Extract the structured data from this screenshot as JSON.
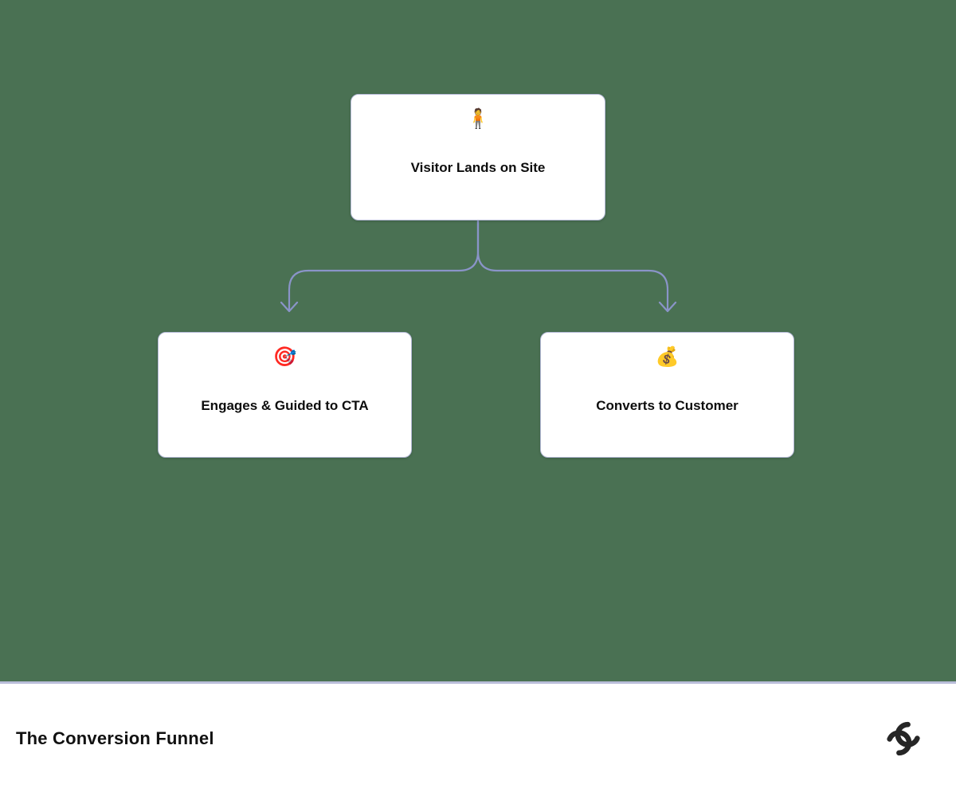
{
  "canvas": {
    "background_color": "#4a7153",
    "connector_color": "#8a94c8",
    "card_border_color": "#b4b9d6",
    "card_background": "#ffffff",
    "separator_color": "#b9bdd9"
  },
  "diagram": {
    "nodes": [
      {
        "id": "visitor",
        "icon": "person-standing-icon",
        "emoji": "🧍",
        "label": "Visitor Lands on Site"
      },
      {
        "id": "engages",
        "icon": "target-icon",
        "emoji": "🎯",
        "label": "Engages & Guided to CTA"
      },
      {
        "id": "converts",
        "icon": "money-bag-icon",
        "emoji": "💰",
        "label": "Converts to Customer"
      }
    ],
    "edges": [
      {
        "from": "visitor",
        "to": "engages"
      },
      {
        "from": "visitor",
        "to": "converts"
      }
    ]
  },
  "footer": {
    "title": "The Conversion Funnel",
    "logo": "interlocking-hooks-logo",
    "logo_color": "#262626"
  }
}
